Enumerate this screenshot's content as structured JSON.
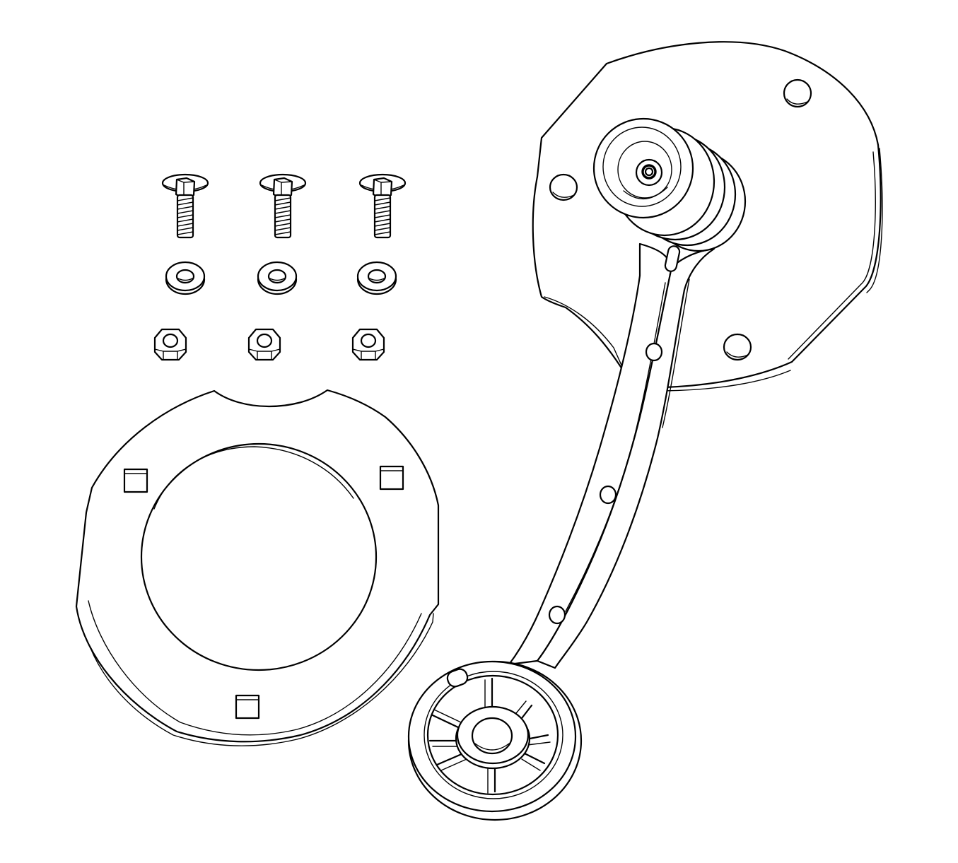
{
  "diagram": {
    "hardware": {
      "carriage_bolts": 3,
      "washers": 3,
      "hex_nuts": 3
    },
    "parts": [
      "carriage-bolt",
      "flat-washer",
      "hex-nut",
      "mounting-plate",
      "motor-mount-plate",
      "drive-pulley",
      "drive-belt",
      "idler-pulley"
    ],
    "colors": {
      "line": "#000000",
      "background": "#ffffff"
    }
  }
}
